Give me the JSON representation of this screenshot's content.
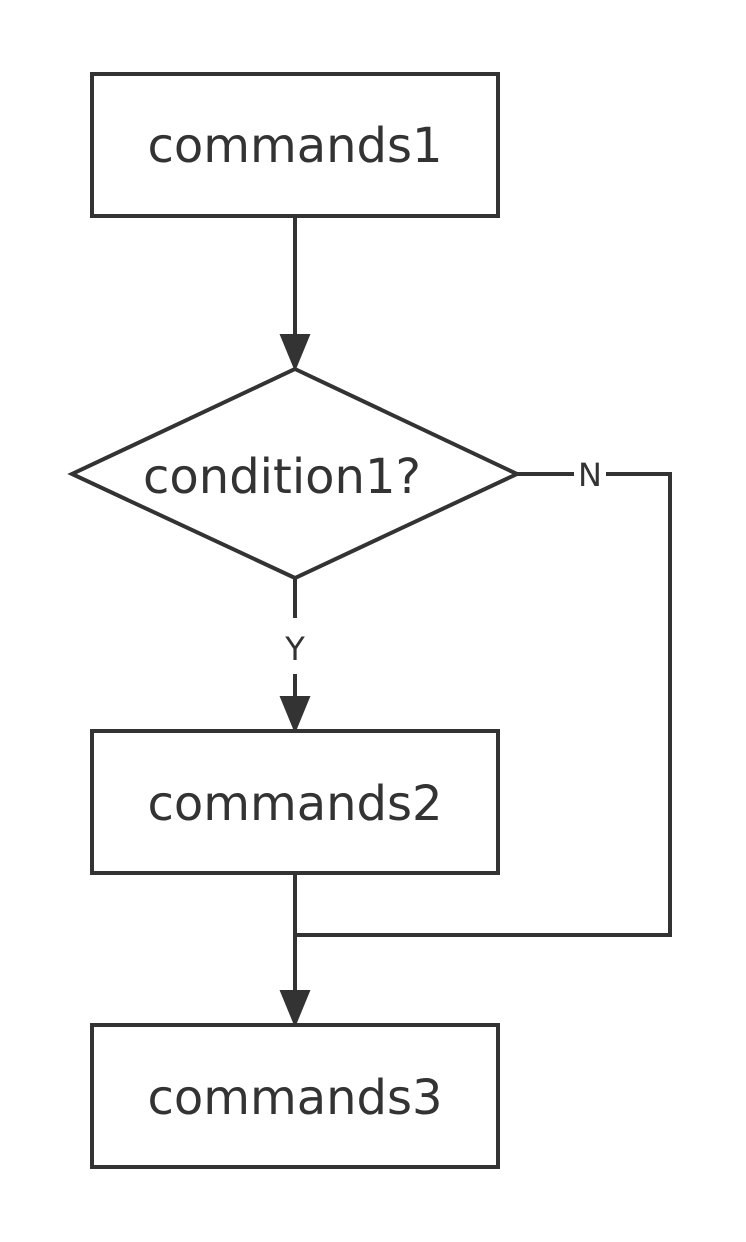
{
  "flowchart": {
    "nodes": {
      "commands1": {
        "label": "commands1",
        "shape": "rectangle"
      },
      "condition1": {
        "label": "condition1?",
        "shape": "diamond"
      },
      "commands2": {
        "label": "commands2",
        "shape": "rectangle"
      },
      "commands3": {
        "label": "commands3",
        "shape": "rectangle"
      }
    },
    "edges": {
      "commands1_to_condition1": {
        "from": "commands1",
        "to": "condition1",
        "label": ""
      },
      "condition1_yes": {
        "from": "condition1",
        "to": "commands2",
        "label": "Y"
      },
      "condition1_no": {
        "from": "condition1",
        "to": "commands3",
        "label": "N"
      },
      "commands2_to_commands3": {
        "from": "commands2",
        "to": "commands3",
        "label": ""
      }
    },
    "colors": {
      "stroke": "#333333",
      "fill": "#ffffff",
      "text": "#333333"
    }
  }
}
